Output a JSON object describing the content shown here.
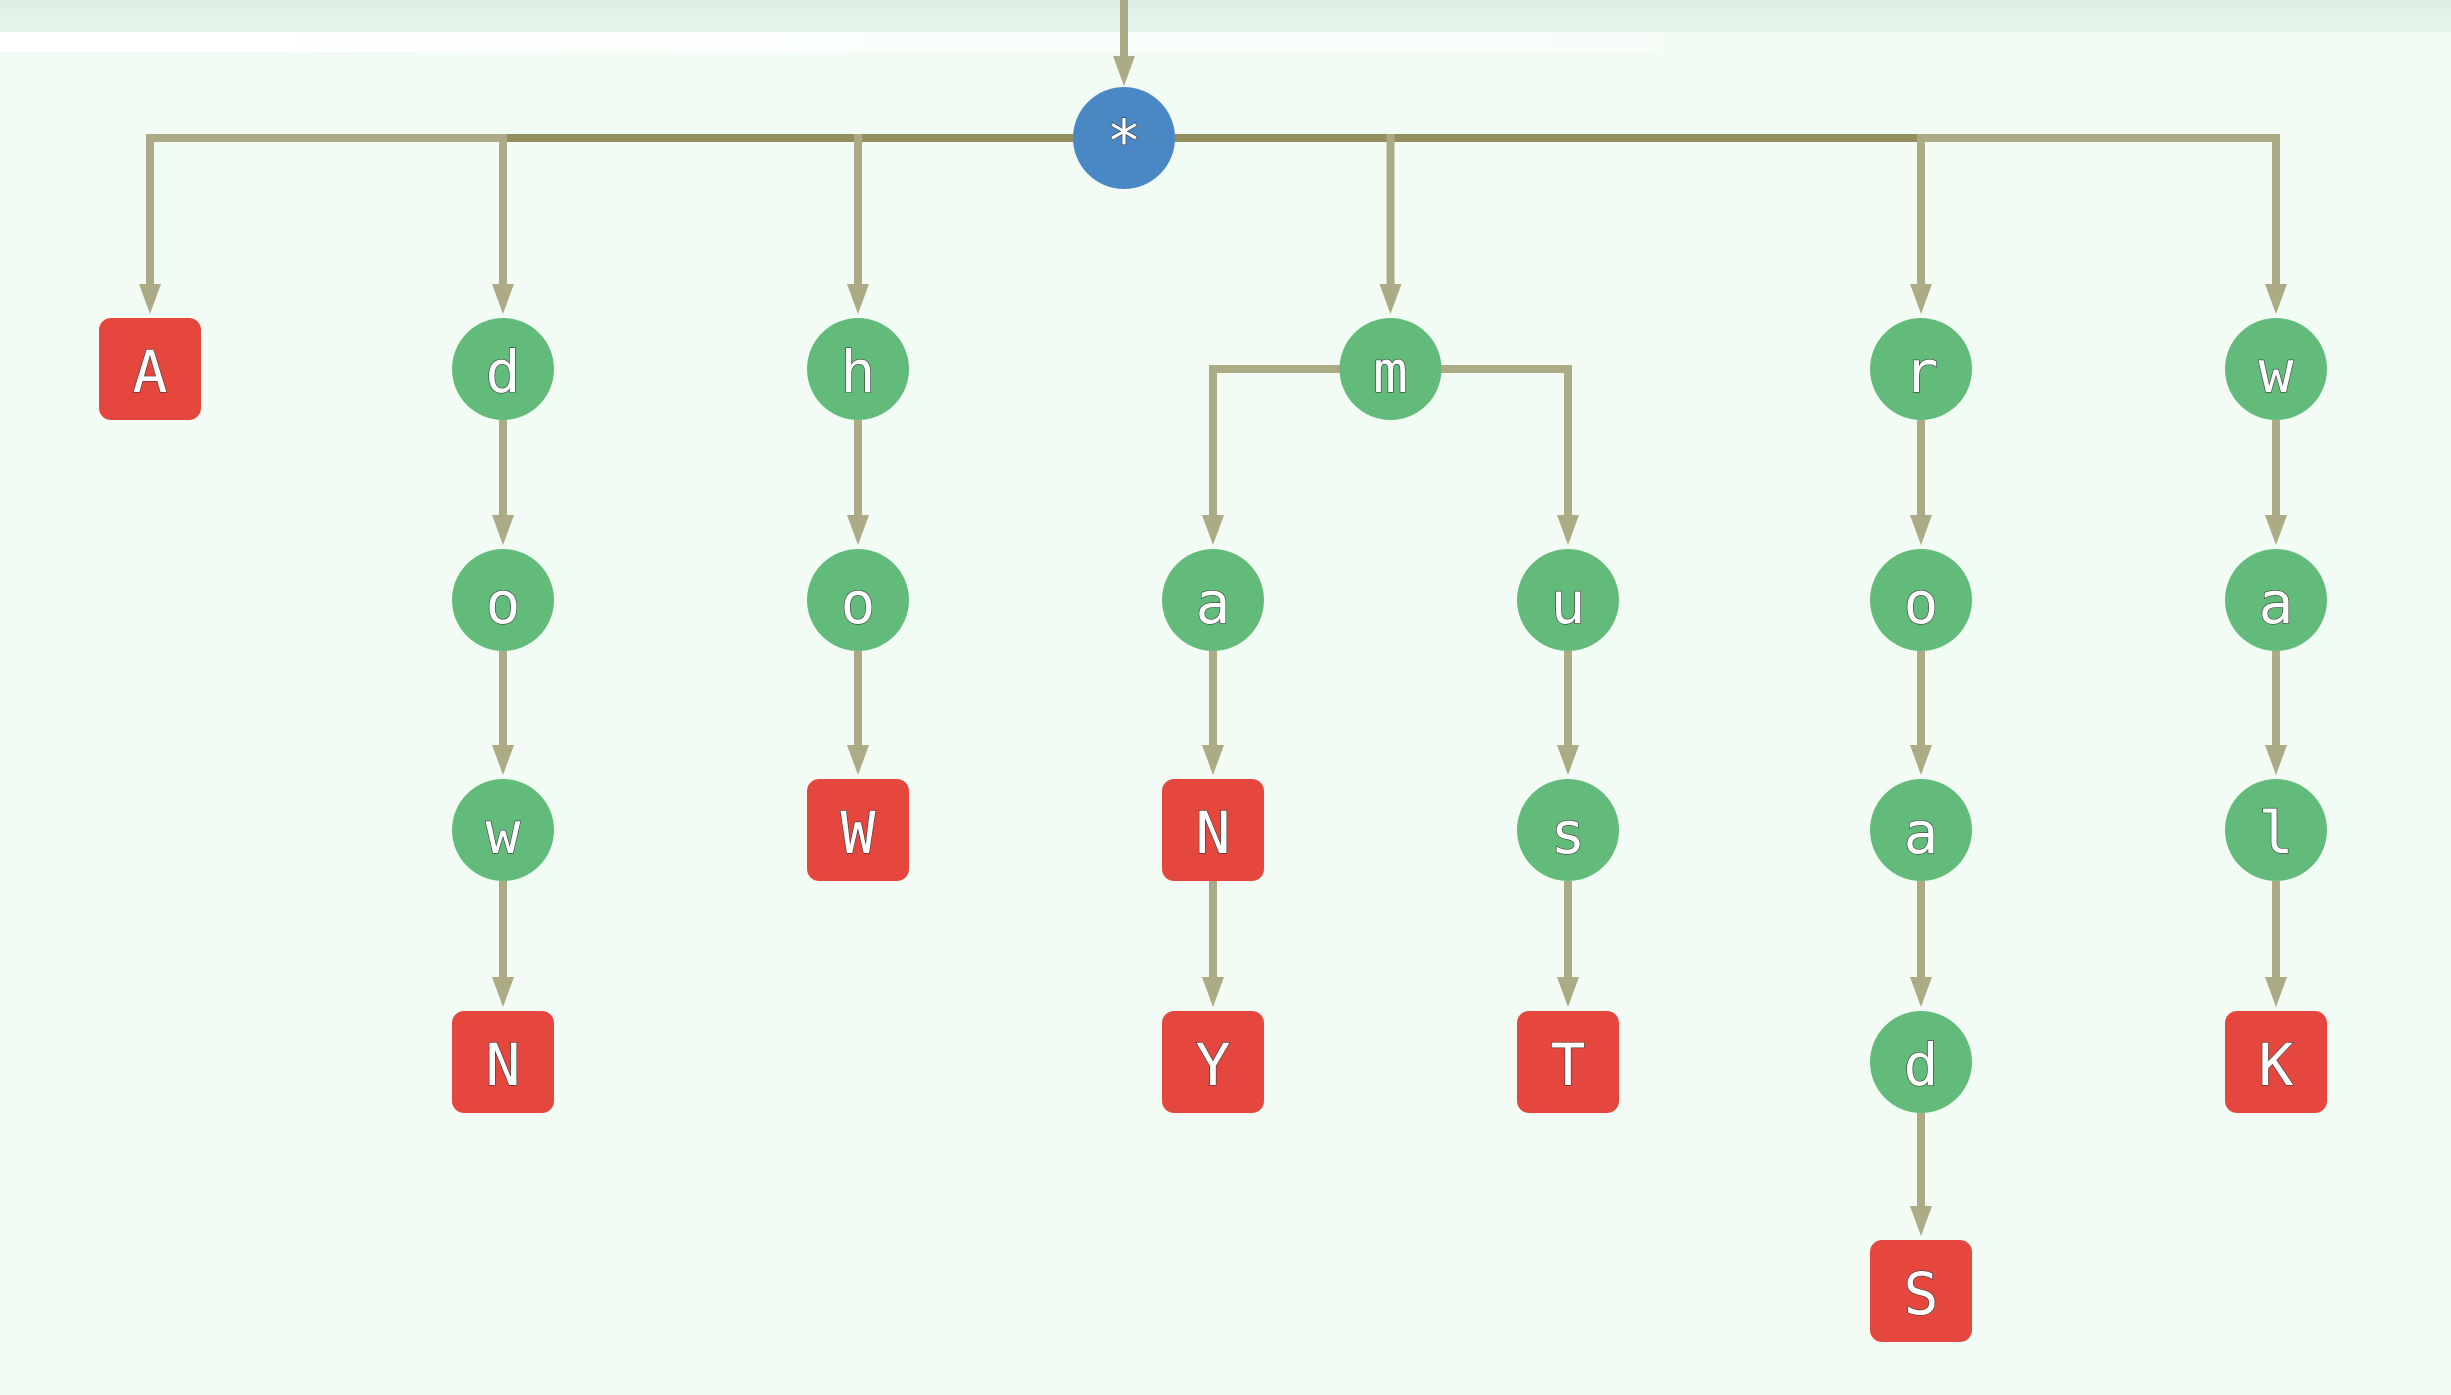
{
  "colors": {
    "root": "#4a87c5",
    "internal": "#62bb7a",
    "terminal": "#e5463e",
    "edge": "#adaa86",
    "edge_dark": "#948e5e",
    "background": "#f2fcf4"
  },
  "tree": {
    "label": "*",
    "kind": "root",
    "children": [
      {
        "label": "A",
        "kind": "terminal",
        "children": []
      },
      {
        "label": "d",
        "kind": "internal",
        "children": [
          {
            "label": "o",
            "kind": "internal",
            "children": [
              {
                "label": "w",
                "kind": "internal",
                "children": [
                  {
                    "label": "N",
                    "kind": "terminal",
                    "children": []
                  }
                ]
              }
            ]
          }
        ]
      },
      {
        "label": "h",
        "kind": "internal",
        "children": [
          {
            "label": "o",
            "kind": "internal",
            "children": [
              {
                "label": "W",
                "kind": "terminal",
                "children": []
              }
            ]
          }
        ]
      },
      {
        "label": "m",
        "kind": "internal",
        "children": [
          {
            "label": "a",
            "kind": "internal",
            "children": [
              {
                "label": "N",
                "kind": "terminal",
                "children": [
                  {
                    "label": "Y",
                    "kind": "terminal",
                    "children": []
                  }
                ]
              }
            ]
          },
          {
            "label": "u",
            "kind": "internal",
            "children": [
              {
                "label": "s",
                "kind": "internal",
                "children": [
                  {
                    "label": "T",
                    "kind": "terminal",
                    "children": []
                  }
                ]
              }
            ]
          }
        ]
      },
      {
        "label": "r",
        "kind": "internal",
        "children": [
          {
            "label": "o",
            "kind": "internal",
            "children": [
              {
                "label": "a",
                "kind": "internal",
                "children": [
                  {
                    "label": "d",
                    "kind": "internal",
                    "children": [
                      {
                        "label": "S",
                        "kind": "terminal",
                        "children": []
                      }
                    ]
                  }
                ]
              }
            ]
          }
        ]
      },
      {
        "label": "w",
        "kind": "internal",
        "children": [
          {
            "label": "a",
            "kind": "internal",
            "children": [
              {
                "label": "l",
                "kind": "internal",
                "children": [
                  {
                    "label": "K",
                    "kind": "terminal",
                    "children": []
                  }
                ]
              }
            ]
          }
        ]
      }
    ]
  }
}
